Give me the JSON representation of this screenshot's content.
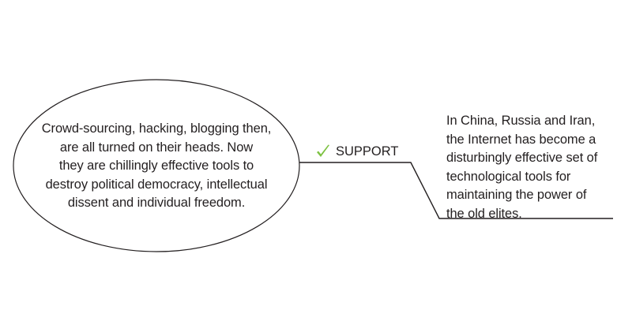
{
  "claim": {
    "lines": [
      "Crowd-sourcing, hacking, blogging then,",
      "are all turned on their heads. Now",
      "they are chillingly effective tools to",
      "destroy political democracy, intellectual",
      "dissent and individual freedom."
    ]
  },
  "relation": {
    "label": "SUPPORT",
    "icon": "checkmark-icon",
    "icon_color": "#7dc242"
  },
  "premise": {
    "lines": [
      "In China, Russia and Iran,",
      "the Internet has become a",
      "disturbingly effective set of",
      "technological tools for",
      "maintaining the power of",
      "the old elites."
    ]
  },
  "colors": {
    "text": "#231f20",
    "stroke": "#231f20",
    "background": "#ffffff"
  }
}
